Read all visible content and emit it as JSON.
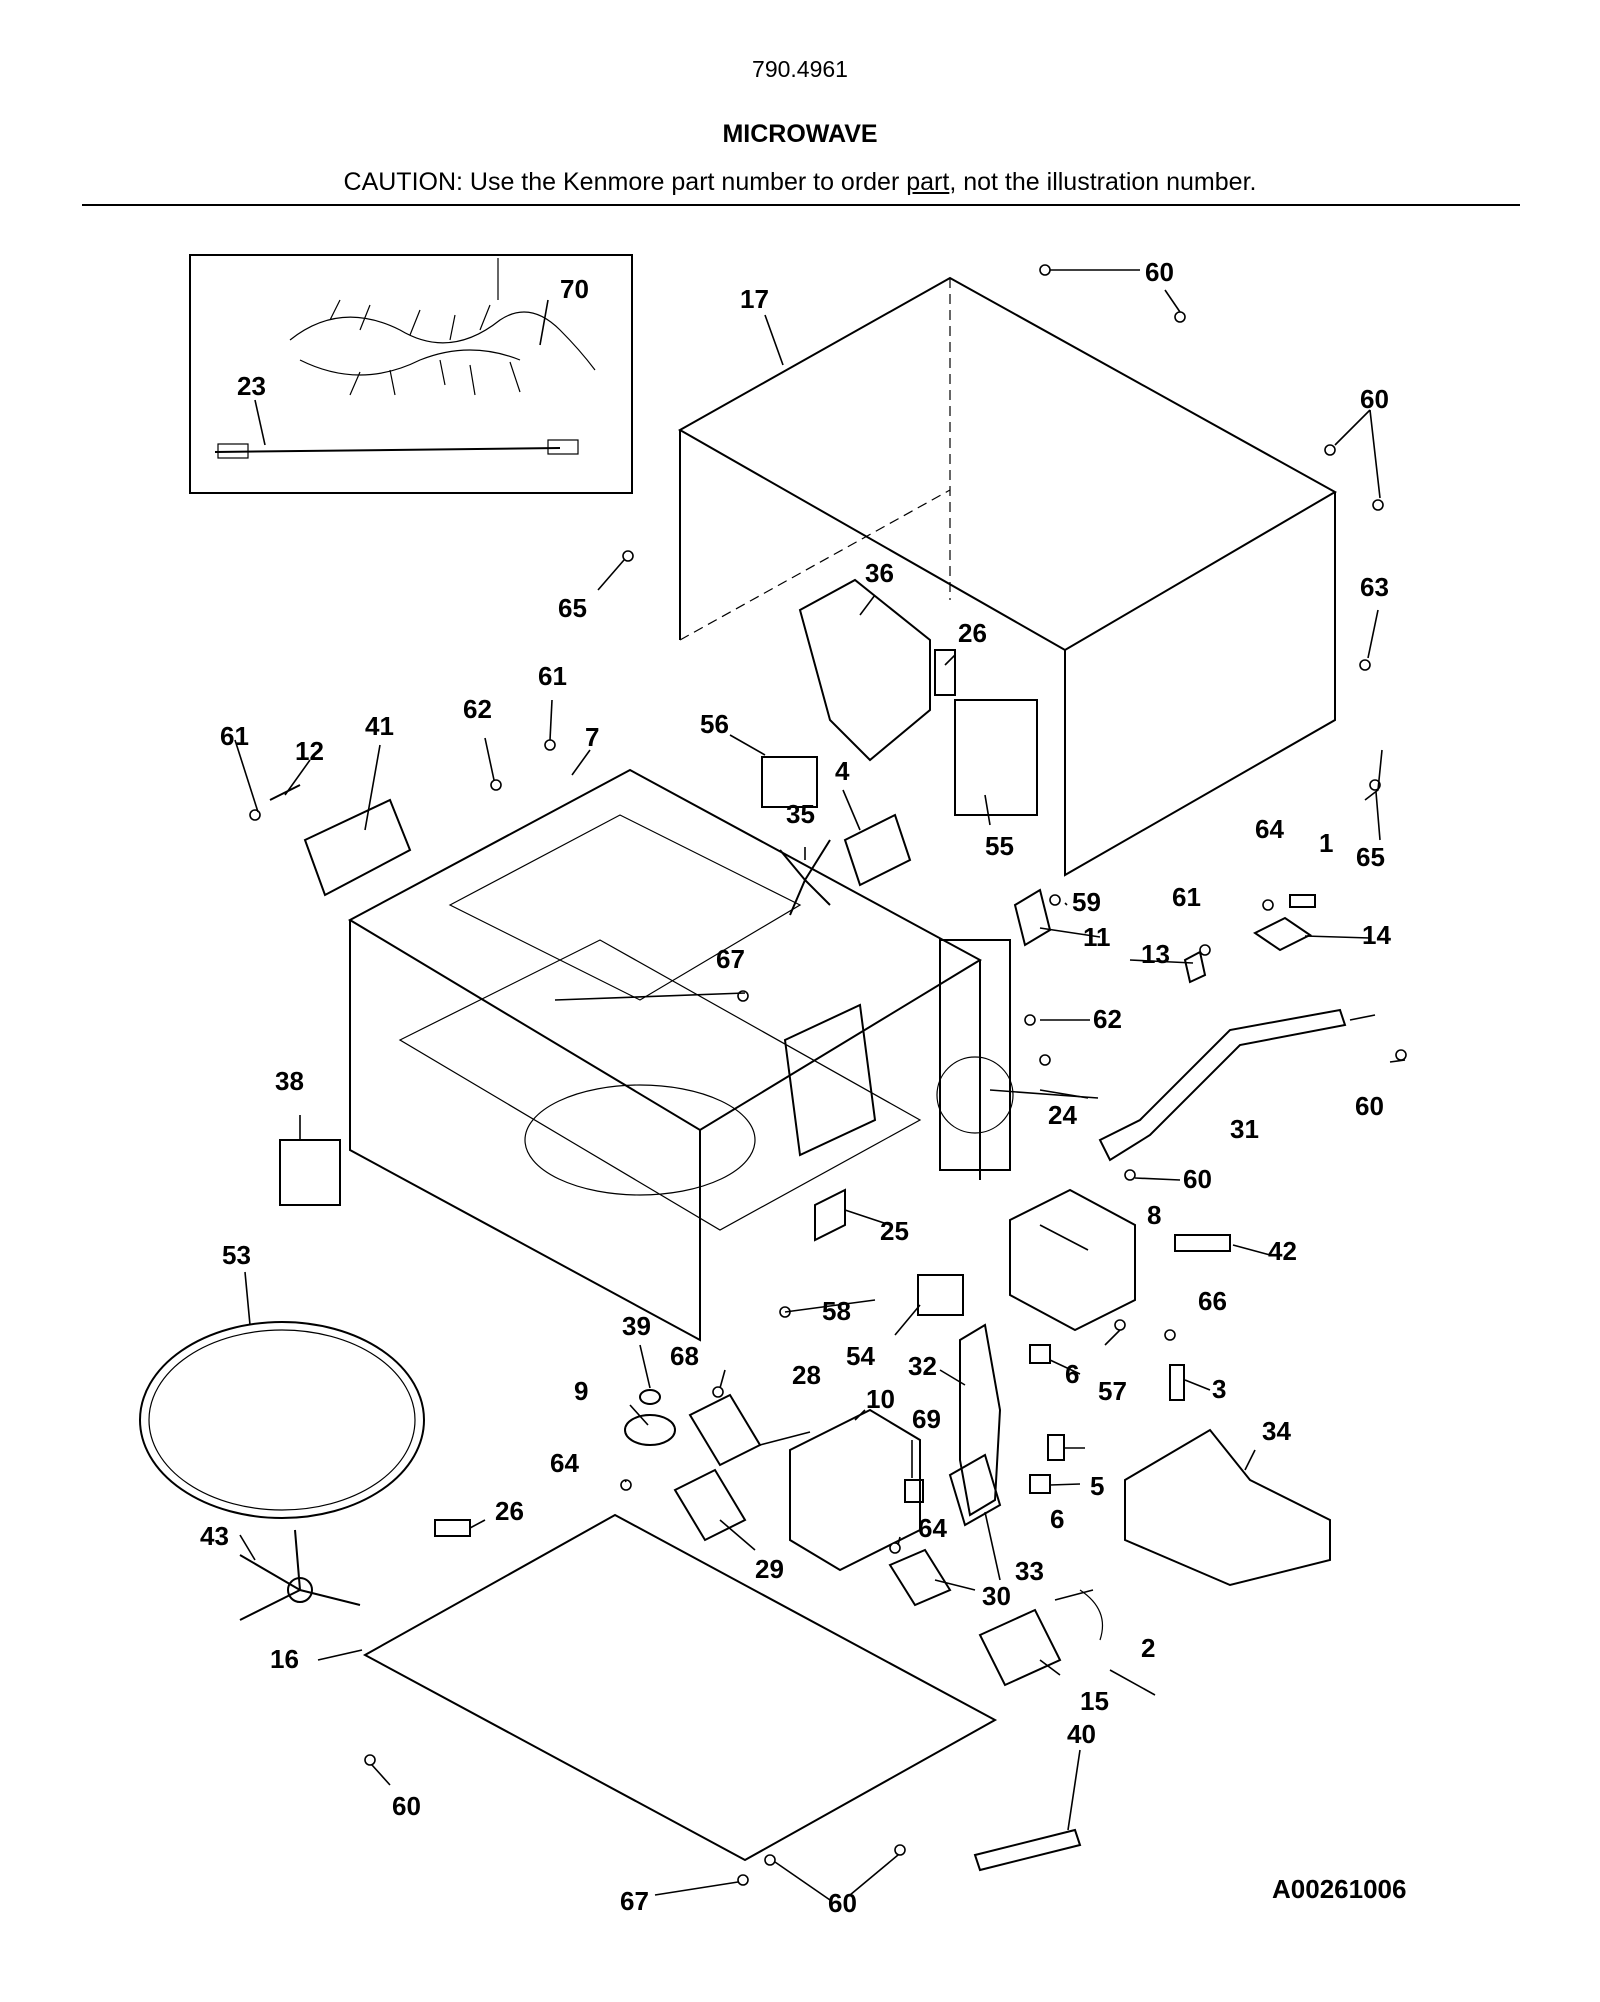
{
  "header": {
    "model_number": "790.4961",
    "title": "MICROWAVE",
    "caution_before": "CAUTION: Use the Kenmore part number to order ",
    "caution_underlined": "part",
    "caution_after": ", not the illustration number."
  },
  "drawing_code": "A00261006",
  "callouts": [
    {
      "num": "1"
    },
    {
      "num": "2"
    },
    {
      "num": "3"
    },
    {
      "num": "4"
    },
    {
      "num": "5"
    },
    {
      "num": "6"
    },
    {
      "num": "6"
    },
    {
      "num": "7"
    },
    {
      "num": "8"
    },
    {
      "num": "9"
    },
    {
      "num": "10"
    },
    {
      "num": "11"
    },
    {
      "num": "12"
    },
    {
      "num": "13"
    },
    {
      "num": "14"
    },
    {
      "num": "15"
    },
    {
      "num": "16"
    },
    {
      "num": "17"
    },
    {
      "num": "23"
    },
    {
      "num": "24"
    },
    {
      "num": "25"
    },
    {
      "num": "26"
    },
    {
      "num": "26"
    },
    {
      "num": "28"
    },
    {
      "num": "29"
    },
    {
      "num": "30"
    },
    {
      "num": "31"
    },
    {
      "num": "32"
    },
    {
      "num": "33"
    },
    {
      "num": "34"
    },
    {
      "num": "35"
    },
    {
      "num": "36"
    },
    {
      "num": "38"
    },
    {
      "num": "39"
    },
    {
      "num": "40"
    },
    {
      "num": "41"
    },
    {
      "num": "42"
    },
    {
      "num": "43"
    },
    {
      "num": "53"
    },
    {
      "num": "54"
    },
    {
      "num": "55"
    },
    {
      "num": "56"
    },
    {
      "num": "57"
    },
    {
      "num": "58"
    },
    {
      "num": "59"
    },
    {
      "num": "60"
    },
    {
      "num": "60"
    },
    {
      "num": "60"
    },
    {
      "num": "60"
    },
    {
      "num": "60"
    },
    {
      "num": "60"
    },
    {
      "num": "61"
    },
    {
      "num": "61"
    },
    {
      "num": "61"
    },
    {
      "num": "62"
    },
    {
      "num": "62"
    },
    {
      "num": "63"
    },
    {
      "num": "64"
    },
    {
      "num": "64"
    },
    {
      "num": "64"
    },
    {
      "num": "65"
    },
    {
      "num": "65"
    },
    {
      "num": "66"
    },
    {
      "num": "67"
    },
    {
      "num": "67"
    },
    {
      "num": "68"
    },
    {
      "num": "69"
    },
    {
      "num": "70"
    }
  ]
}
